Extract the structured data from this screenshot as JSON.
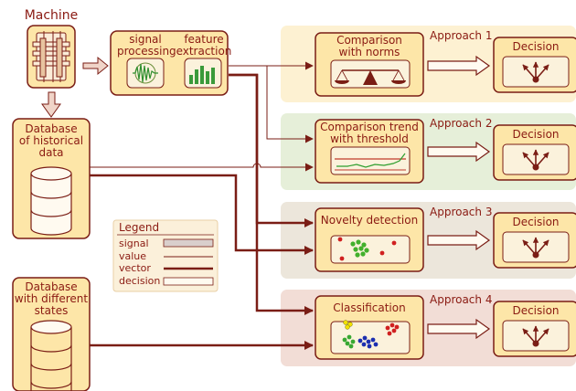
{
  "machine": {
    "label": "Machine"
  },
  "processing": {
    "signal_label": "signal\nprocessing",
    "feature_label": "feature\nextraction"
  },
  "databases": {
    "historical": "Database\nof historical\ndata",
    "states": "Database\nwith different\nstates"
  },
  "approaches": [
    {
      "title": "Approach 1",
      "method": "Comparison\nwith norms",
      "decision": "Decision",
      "band_color": "#fdf1d2"
    },
    {
      "title": "Approach 2",
      "method": "Comparison trend\nwith threshold",
      "decision": "Decision",
      "band_color": "#e6efd9"
    },
    {
      "title": "Approach 3",
      "method": "Novelty detection",
      "decision": "Decision",
      "band_color": "#ece6db"
    },
    {
      "title": "Approach 4",
      "method": "Classification",
      "decision": "Decision",
      "band_color": "#f2ddd6"
    }
  ],
  "legend": {
    "title": "Legend",
    "items": [
      "signal",
      "value",
      "vector",
      "decision"
    ]
  },
  "colors": {
    "box_fill": "#fde6a8",
    "box_border": "#7a1d15",
    "flow": "#7a1d15",
    "text": "#8a1a12"
  }
}
